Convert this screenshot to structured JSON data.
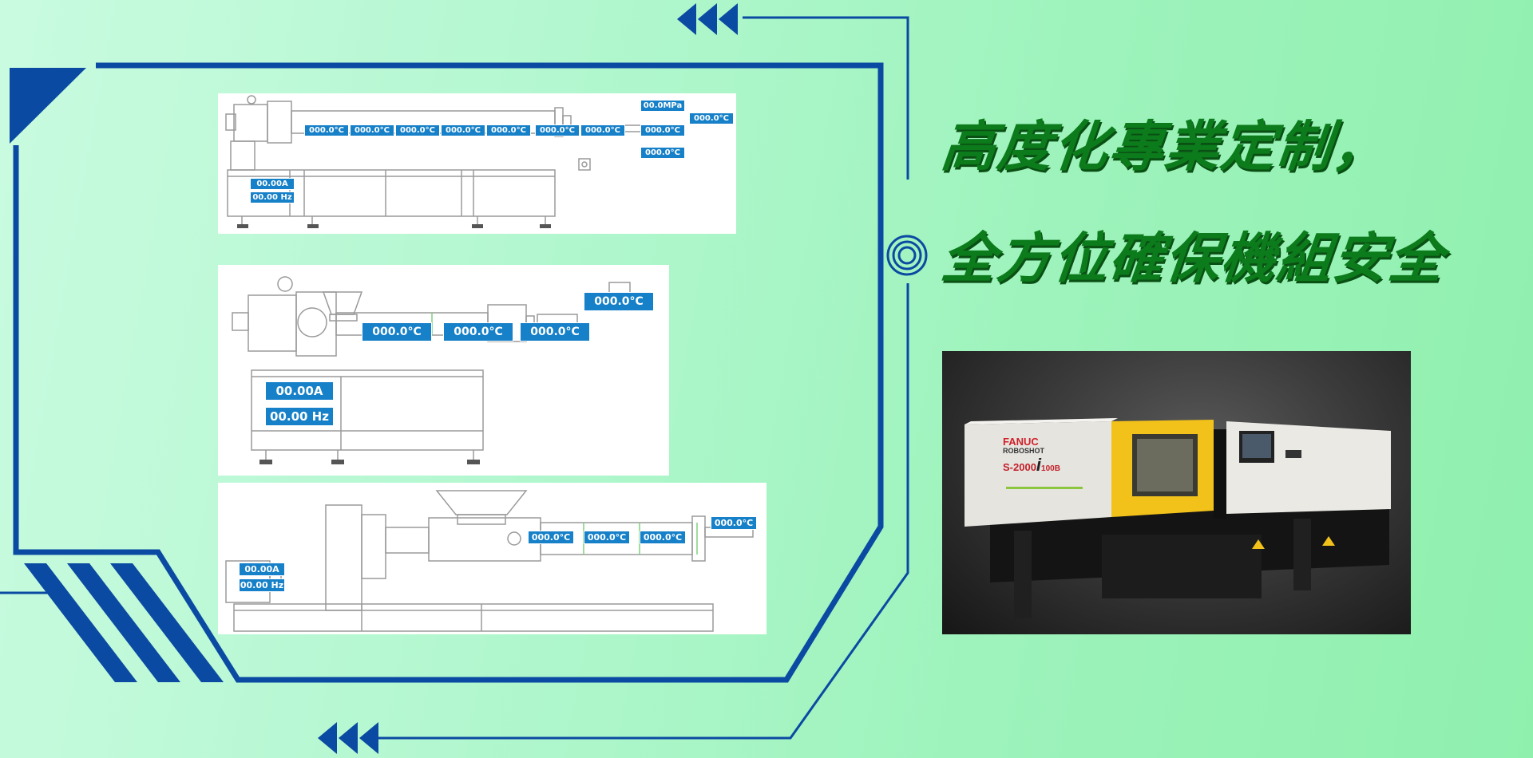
{
  "headline": {
    "line1": "高度化專業定制，",
    "line2": "全方位確保機組安全"
  },
  "panel1": {
    "pressure": "00.0MPa",
    "zones": [
      "000.0°C",
      "000.0°C",
      "000.0°C",
      "000.0°C",
      "000.0°C",
      "000.0°C",
      "000.0°C"
    ],
    "die_temp": "000.0°C",
    "outlet_temp": "000.0°C",
    "lower_temp": "000.0°C",
    "current": "00.00A",
    "frequency": "00.00 Hz"
  },
  "panel2": {
    "zones": [
      "000.0°C",
      "000.0°C",
      "000.0°C"
    ],
    "head_temp": "000.0°C",
    "current": "00.00A",
    "frequency": "00.00 Hz"
  },
  "panel3": {
    "zones": [
      "000.0°C",
      "000.0°C",
      "000.0°C"
    ],
    "outlet_temp": "000.0°C",
    "current": "00.00A",
    "frequency": "00.00 Hz"
  },
  "photo": {
    "brand": "FANUC",
    "series": "ROBOSHOT",
    "model_prefix": "S-2000",
    "model_i": "i",
    "model_suffix": "100B"
  },
  "colors": {
    "frame_blue": "#0b4aa2",
    "headline_green": "#0c7b1b",
    "tag_blue": "#1680c8",
    "machine_yellow": "#f2c21a"
  }
}
